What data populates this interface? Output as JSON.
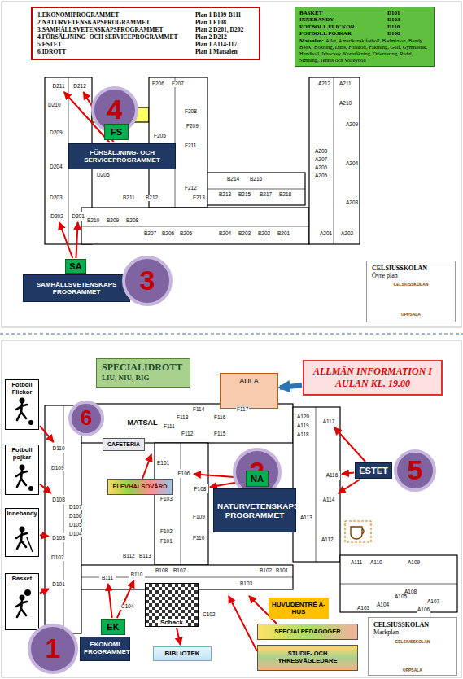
{
  "diagram": {
    "nodes": [
      {
        "text": [
          "1.EKONOMIPROGRAMMET",
          "Plan 1 B109-B111",
          "2.NATURVETENSKAPSPROGRAMMET",
          "Plan 1 F108",
          "3.SAMHÄLLSVETENSKAPSPROGRAMMET",
          "Plan 2 D201, D202",
          "4.FÖRSÄLJNING- OCH SERVICEPROGRAMMET",
          "Plan 2 D212",
          "5.ESTET",
          "Plan 1 A114-117",
          "6.IDROTT",
          "Plan 1 Matsalen"
        ]
      },
      {
        "text": [
          "BASKET",
          "D101",
          "INNEBANDY",
          "D103",
          "FOTBOLL FLICKOR",
          "D110",
          "FOTBOLL POJKAR",
          "D108",
          "Matsalen:",
          "Atlet, Amerikansk fotboll, Badminton, Bandy, BMX, Boxning, Dans, Friidrott, Fäktning, Golf, Gymnastik, Handboll, Ishockey, Konståkning, Orientering, Padel, Simning, Tennis och Volleyboll"
        ]
      },
      {
        "text": [
          "4"
        ]
      },
      {
        "text": [
          "FS"
        ]
      },
      {
        "text": [
          "FÖRSÄLJNING- OCH SERVICEPROGRAMMET"
        ]
      },
      {
        "text": [
          "D211"
        ]
      },
      {
        "text": [
          "D212"
        ]
      },
      {
        "text": [
          "SA"
        ]
      },
      {
        "text": [
          "SAMHÄLLSVETENSKAPS PROGRAMMET"
        ]
      },
      {
        "text": [
          "3"
        ]
      },
      {
        "text": [
          "D202"
        ]
      },
      {
        "text": [
          "D201"
        ]
      },
      {
        "text": [
          "CELSIUSSKOLAN",
          "Övre plan"
        ]
      },
      {
        "text": [
          "ALLMÄN INFORMATION I AULAN KL. 19.00"
        ]
      },
      {
        "text": [
          "AULA"
        ]
      },
      {
        "text": [
          "SPECIALIDROTT",
          "LIU, NIU, RIG"
        ]
      },
      {
        "text": [
          "6"
        ]
      },
      {
        "text": [
          "MATSAL"
        ]
      },
      {
        "text": [
          "CAFETERIA"
        ]
      },
      {
        "text": [
          "Fotboll Flickor"
        ]
      },
      {
        "text": [
          "D110"
        ]
      },
      {
        "text": [
          "Fotboll pojkar"
        ]
      },
      {
        "text": [
          "D108"
        ]
      },
      {
        "text": [
          "Innebandy"
        ]
      },
      {
        "text": [
          "D103"
        ]
      },
      {
        "text": [
          "Basket"
        ]
      },
      {
        "text": [
          "D101"
        ]
      },
      {
        "text": [
          "ELEVHÄLSOVÅRD"
        ]
      },
      {
        "text": [
          "2"
        ]
      },
      {
        "text": [
          "NA"
        ]
      },
      {
        "text": [
          "NATURVETENSKAPS PROGRAMMET"
        ]
      },
      {
        "text": [
          "F108"
        ]
      },
      {
        "text": [
          "F106"
        ]
      },
      {
        "text": [
          "ESTET"
        ]
      },
      {
        "text": [
          "5"
        ]
      },
      {
        "text": [
          "A117"
        ]
      },
      {
        "text": [
          "A116"
        ]
      },
      {
        "text": [
          "A114"
        ]
      },
      {
        "text": [
          "1"
        ]
      },
      {
        "text": [
          "EK"
        ]
      },
      {
        "text": [
          "EKONOMI PROGRAMMET"
        ]
      },
      {
        "text": [
          "B111"
        ]
      },
      {
        "text": [
          "B110"
        ]
      },
      {
        "text": [
          "Schack"
        ]
      },
      {
        "text": [
          "BIBLIOTEK"
        ]
      },
      {
        "text": [
          "HUVUDENTRÉ A-HUS"
        ]
      },
      {
        "text": [
          "SPECIALPEDAGOGER"
        ]
      },
      {
        "text": [
          "STUDIE- OCH YRKESVÄGLEDARE"
        ]
      },
      {
        "text": [
          "CELSIUSSKOLAN",
          "Markplan"
        ]
      }
    ],
    "edges": [
      {
        "from": 4,
        "to": 5,
        "arrow": "to"
      },
      {
        "from": 4,
        "to": 6,
        "arrow": "to"
      },
      {
        "from": 7,
        "to": 10,
        "arrow": "to"
      },
      {
        "from": 7,
        "to": 11,
        "arrow": "to"
      },
      {
        "from": 13,
        "to": 14,
        "arrow": "to"
      },
      {
        "from": 19,
        "to": 20,
        "arrow": "to"
      },
      {
        "from": 21,
        "to": 22,
        "arrow": "to"
      },
      {
        "from": 23,
        "to": 24,
        "arrow": "to"
      },
      {
        "from": 25,
        "to": 26,
        "arrow": "to"
      },
      {
        "from": 29,
        "to": 31,
        "arrow": "to"
      },
      {
        "from": 29,
        "to": 32,
        "arrow": "to"
      },
      {
        "from": 33,
        "to": 35,
        "arrow": "to"
      },
      {
        "from": 33,
        "to": 36,
        "arrow": "to"
      },
      {
        "from": 33,
        "to": 37,
        "arrow": "to"
      },
      {
        "from": 39,
        "to": 41,
        "arrow": "to"
      },
      {
        "from": 39,
        "to": 42,
        "arrow": "to"
      },
      {
        "from": 43,
        "to": 44,
        "arrow": "to"
      }
    ],
    "labels": [
      "D210",
      "D209",
      "D204",
      "D203",
      "D205",
      "F206",
      "F207",
      "F208",
      "F209",
      "F205",
      "F211",
      "F212",
      "F213",
      "B214",
      "B216",
      "B213",
      "B215",
      "B217",
      "B218",
      "B211",
      "B212",
      "B210",
      "B209",
      "B208",
      "B207",
      "B206",
      "B205",
      "B204",
      "B203",
      "B202",
      "B201",
      "A212",
      "A211",
      "A210",
      "A209",
      "A208",
      "A207",
      "A206",
      "A205",
      "A204",
      "A203",
      "A201",
      "A202",
      "CELSIUSSKOLAN",
      "UPPSALA",
      "D109",
      "D107",
      "D106",
      "D105",
      "D104",
      "D102",
      "F114",
      "F117",
      "F113",
      "F116",
      "F111",
      "F112",
      "F115",
      "E101",
      "F109",
      "F103",
      "F102",
      "F101",
      "F110",
      "B112",
      "B113",
      "B108",
      "B107",
      "B103",
      "B102",
      "B101",
      "C104",
      "C102",
      "A120",
      "A119",
      "A118",
      "A113",
      "A112",
      "A111",
      "A110",
      "A109",
      "A108",
      "A107",
      "A106",
      "A105",
      "A104",
      "A103",
      "CELSIUSSKOLAN",
      "UPPSALA"
    ]
  }
}
